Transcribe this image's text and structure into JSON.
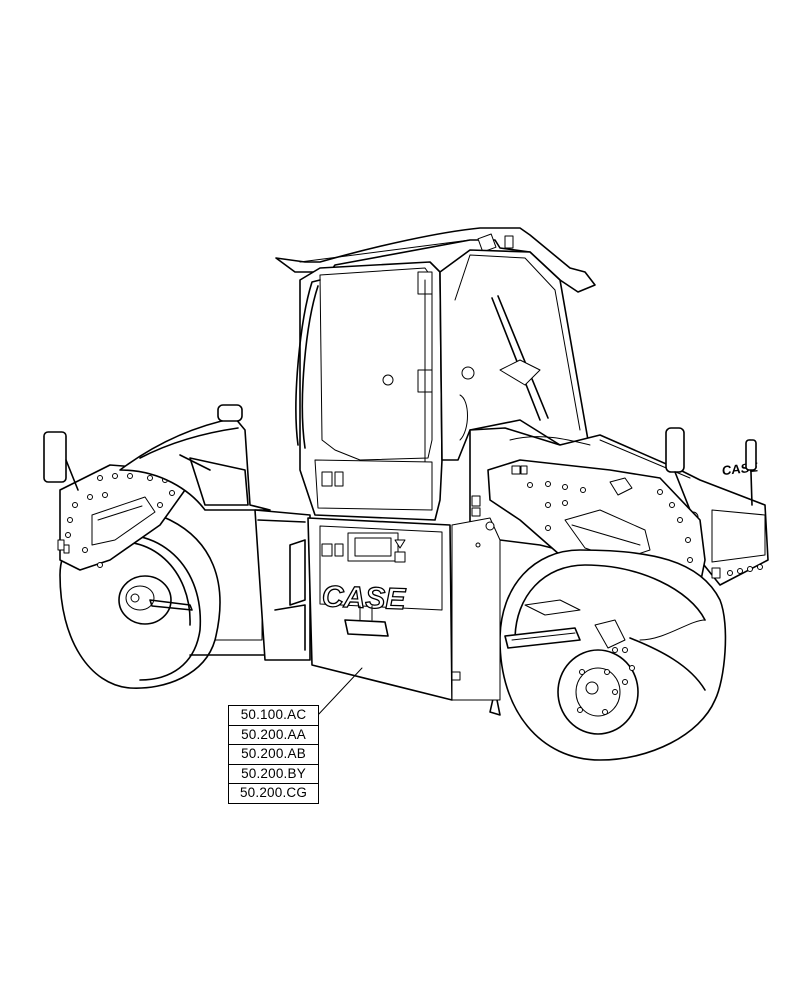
{
  "diagram": {
    "brand_text": "CASE",
    "references": [
      "50.100.AC",
      "50.200.AA",
      "50.200.AB",
      "50.200.BY",
      "50.200.CG"
    ]
  }
}
